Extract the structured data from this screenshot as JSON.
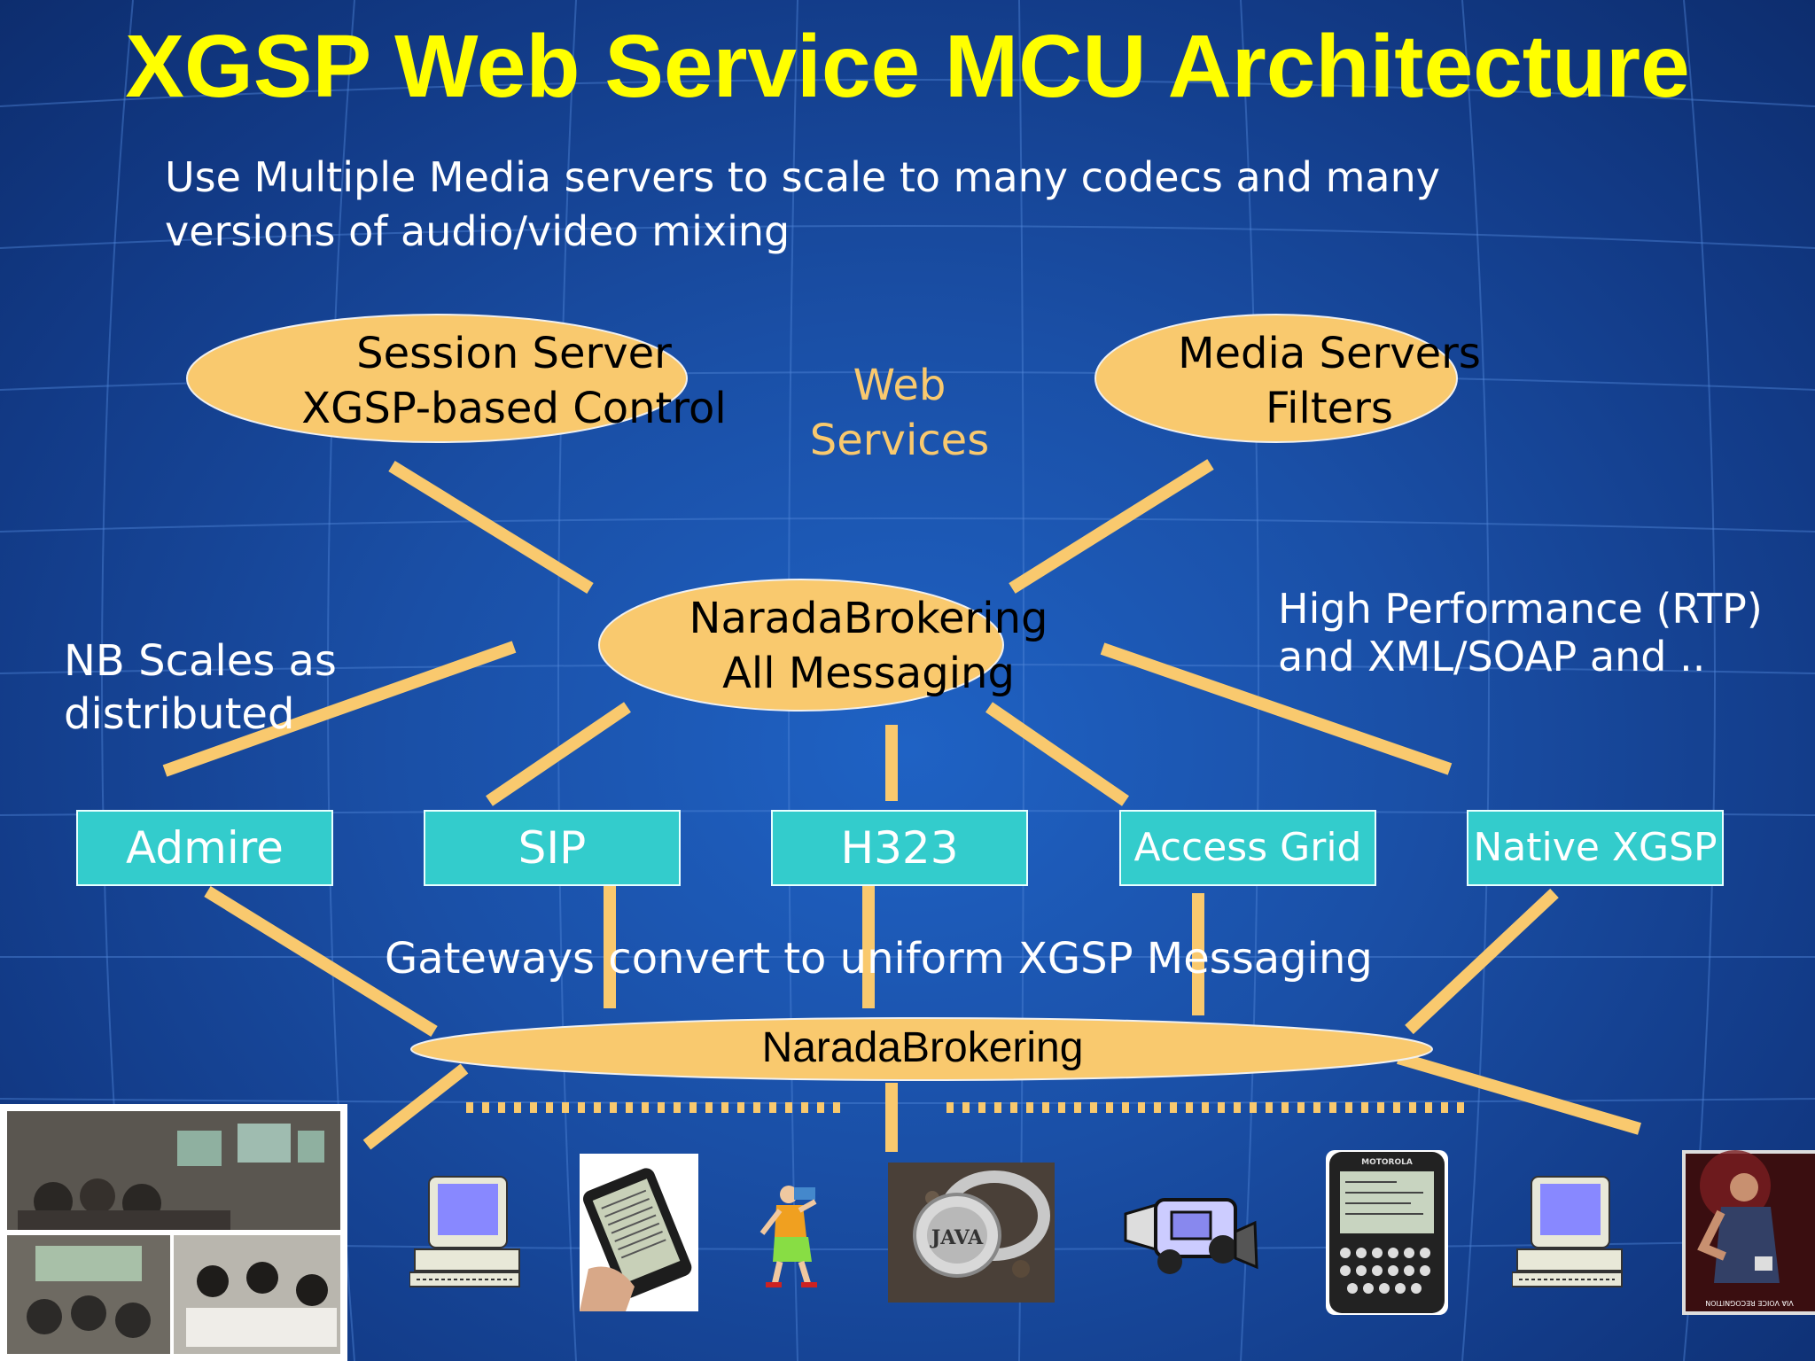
{
  "title": "XGSP Web Service MCU Architecture",
  "subtitle": {
    "line1": "Use Multiple Media servers to scale to many codecs and many",
    "line2": "versions of audio/video mixing"
  },
  "session_server": {
    "line1": "Session Server",
    "line2": "XGSP-based Control"
  },
  "media_servers": {
    "line1": "Media Servers",
    "line2": "Filters"
  },
  "web_services": {
    "line1": "Web",
    "line2": "Services"
  },
  "narada_top": {
    "line1": "NaradaBrokering",
    "line2": "All Messaging"
  },
  "nb_scales": {
    "line1": "NB Scales as",
    "line2": "distributed"
  },
  "high_perf": {
    "line1": "High Performance (RTP)",
    "line2": "and XML/SOAP and .."
  },
  "gateways": [
    "Admire",
    "SIP",
    "H323",
    "Access Grid",
    "Native XGSP"
  ],
  "gateway_caption": "Gateways convert to uniform XGSP Messaging",
  "narada_bottom": "NaradaBrokering",
  "device_icons": [
    "video-conference-photo",
    "desktop-computer-icon",
    "ebook-reader-icon",
    "photographer-figure-icon",
    "java-ring-icon",
    "video-camera-icon",
    "motorola-pager-icon",
    "desktop-computer-icon",
    "voice-recognition-photo"
  ],
  "device_labels": {
    "pager_brand": "MOTOROLA",
    "ring_text": "JAVA",
    "voice_caption": "VIA VOICE RECOGNITION"
  },
  "colors": {
    "title": "#ffff00",
    "ellipse": "#f9c96e",
    "connector": "#f9c96e",
    "gateway_box": "#33cccc",
    "background": "#1a4fa6"
  }
}
